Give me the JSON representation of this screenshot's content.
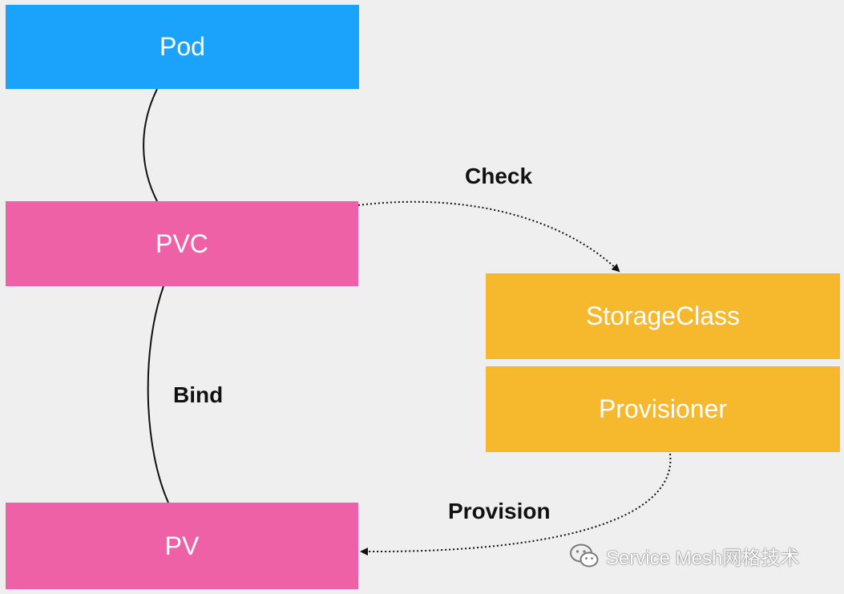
{
  "nodes": {
    "pod": {
      "label": "Pod",
      "color": "#1ba3fb"
    },
    "pvc": {
      "label": "PVC",
      "color": "#ee61a6"
    },
    "pv": {
      "label": "PV",
      "color": "#ee61a6"
    },
    "storage_class": {
      "label": "StorageClass",
      "color": "#f6b82d"
    },
    "provisioner": {
      "label": "Provisioner",
      "color": "#f6b82d"
    }
  },
  "edges": {
    "check": {
      "label": "Check"
    },
    "bind": {
      "label": "Bind"
    },
    "provision": {
      "label": "Provision"
    }
  },
  "watermark": {
    "text": "Service Mesh网格技术",
    "icon": "wechat-icon"
  },
  "colors": {
    "background": "#efefef",
    "line": "#111111"
  }
}
